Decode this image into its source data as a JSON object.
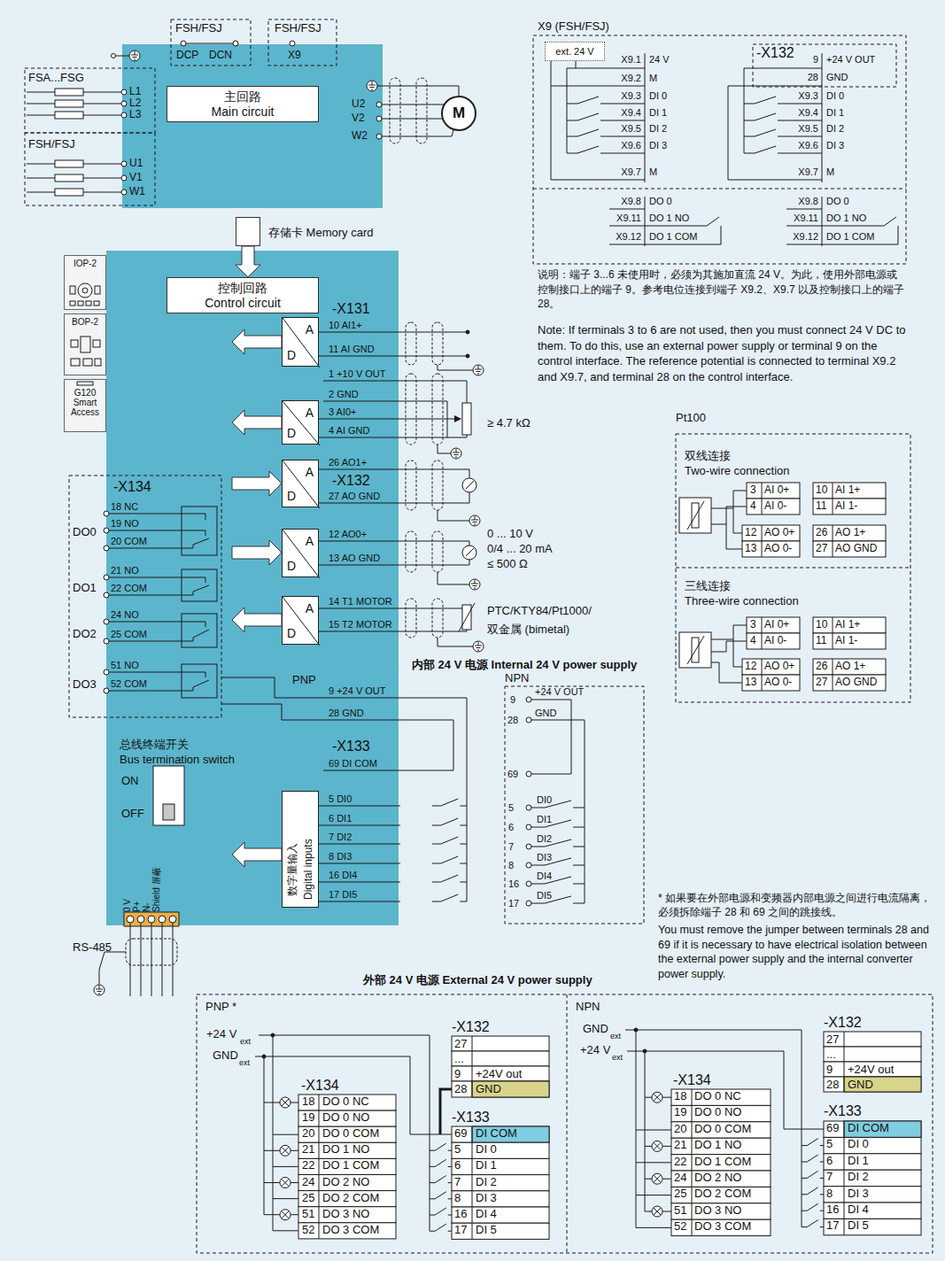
{
  "diagram": {
    "nodes": [
      {
        "text": [
          "主回路",
          "Main circuit"
        ]
      },
      {
        "text": [
          "控制回路",
          "Control circuit"
        ]
      },
      {
        "text": [
          "M"
        ]
      },
      {
        "text": [
          "存储卡 Memory card"
        ]
      },
      {
        "text": [
          "IOP-2"
        ]
      },
      {
        "text": [
          "BOP-2"
        ]
      },
      {
        "text": [
          "G120 Smart Access"
        ]
      },
      {
        "text": [
          "A",
          "D"
        ]
      },
      {
        "text": [
          "A",
          "D"
        ]
      },
      {
        "text": [
          "A",
          "D"
        ]
      },
      {
        "text": [
          "A",
          "D"
        ]
      },
      {
        "text": [
          "A",
          "D"
        ]
      },
      {
        "text": [
          "数字量输入",
          "Digital inputs"
        ]
      },
      {
        "text": [
          "ext. 24 V"
        ]
      }
    ],
    "edges": [
      {
        "from": 3,
        "to": 1,
        "arrow": "to"
      }
    ],
    "labels": [
      "FSH/FSJ",
      "DCP",
      "DCN",
      "FSH/FSJ",
      "X9",
      "FSA...FSG",
      "L1",
      "L2",
      "L3",
      "FSH/FSJ",
      "U1",
      "V1",
      "W1",
      "U2",
      "V2",
      "W2",
      "-X131",
      "10 AI1+",
      "11 AI GND",
      "1 +10 V OUT",
      "2 GND",
      "3 AI0+",
      "4 AI GND",
      "26 AO1+",
      "-X132",
      "27 AO GND",
      "12 AO0+",
      "13 AO GND",
      "14 T1 MOTOR",
      "15 T2 MOTOR",
      "9 +24 V OUT",
      "28 GND",
      "-X133",
      "69 DI COM",
      "5 DI0",
      "6 DI1",
      "7 DI2",
      "8 DI3",
      "16 DI4",
      "17 DI5",
      "≥ 4.7 kΩ",
      "0 ... 10 V",
      "0/4 ... 20 mA",
      "≤ 500 Ω",
      "PTC/KTY84/Pt1000/",
      "双金属 (bimetal)",
      "-X134",
      "18 NC",
      "19 NO",
      "20 COM",
      "21 NO",
      "22 COM",
      "24 NO",
      "25 COM",
      "51 NO",
      "52 COM",
      "DO0",
      "DO1",
      "DO2",
      "DO3",
      "PNP",
      "总线终端开关",
      "Bus termination switch",
      "ON",
      "OFF",
      "0 V",
      "P+",
      "N-",
      "Shield 屏蔽",
      "RS-485",
      "内部 24 V 电源 Internal 24 V power supply",
      "NPN",
      "9",
      "+24 V OUT",
      "28",
      "GND",
      "69",
      "5",
      "DI0",
      "6",
      "DI1",
      "7",
      "DI2",
      "8",
      "DI3",
      "16",
      "DI4",
      "17",
      "DI5",
      "X9 (FSH/FSJ)",
      "X9.1",
      "24 V",
      "X9.2",
      "M",
      "X9.3",
      "DI 0",
      "X9.4",
      "DI 1",
      "X9.5",
      "DI 2",
      "X9.6",
      "DI 3",
      "X9.7",
      "M",
      "X9.8",
      "DO 0",
      "X9.11",
      "DO 1 NO",
      "X9.12",
      "DO 1 COM",
      "-X132",
      "9",
      "+24 V OUT",
      "28",
      "GND",
      "X9.3",
      "DI 0",
      "X9.4",
      "DI 1",
      "X9.5",
      "DI 2",
      "X9.6",
      "DI 3",
      "X9.7",
      "M",
      "X9.8",
      "DO 0",
      "X9.11",
      "DO 1 NO",
      "X9.12",
      "DO 1 COM",
      "说明：端子 3...6 未使用时，必须为其施加直流 24 V。为此，使用外部电源或控制接口上的端子 9。参考电位连接到端子 X9.2、X9.7 以及控制接口上的端子 28。",
      "Note: If terminals 3 to 6 are not used, then you must connect 24 V DC to them. To do this, use an external power supply or terminal 9 on the control interface. The reference potential is connected to terminal X9.2 and X9.7, and terminal 28 on the control interface.",
      "Pt100",
      "双线连接",
      "Two-wire connection",
      "3",
      "AI 0+",
      "4",
      "AI 0-",
      "10",
      "AI 1+",
      "11",
      "AI 1-",
      "12",
      "AO 0+",
      "13",
      "AO 0-",
      "26",
      "AO 1+",
      "27",
      "AO GND",
      "三线连接",
      "Three-wire connection",
      "3",
      "AI 0+",
      "4",
      "AI 0-",
      "10",
      "AI 1+",
      "11",
      "AI 1-",
      "12",
      "AO 0+",
      "13",
      "AO 0-",
      "26",
      "AO 1+",
      "27",
      "AO GND",
      "* 如果要在外部电源和变频器内部电源之间进行电流隔离，必须拆除端子 28 和 69 之间的跳接线。",
      "You must remove the jumper between terminals 28 and 69 if it is necessary to have electrical isolation between the external power supply and the internal converter power supply.",
      "外部 24 V 电源 External 24 V power supply",
      "PNP *",
      "+24 V",
      "ext",
      "GND",
      "ext",
      "-X134",
      "18",
      "DO 0 NC",
      "19",
      "DO 0 NO",
      "20",
      "DO 0 COM",
      "21",
      "DO 1 NO",
      "22",
      "DO 1 COM",
      "24",
      "DO 2 NO",
      "25",
      "DO 2 COM",
      "51",
      "DO 3 NO",
      "52",
      "DO 3 COM",
      "-X132",
      "27",
      "...",
      "9",
      "+24V out",
      "28",
      "GND",
      "-X133",
      "69",
      "DI COM",
      "5",
      "DI 0",
      "6",
      "DI 1",
      "7",
      "DI 2",
      "8",
      "DI 3",
      "16",
      "DI 4",
      "17",
      "DI 5",
      "NPN",
      "GND",
      "ext",
      "+24 V",
      "ext",
      "-X134",
      "18",
      "DO 0 NC",
      "19",
      "DO 0 NO",
      "20",
      "DO 0 COM",
      "21",
      "DO 1 NO",
      "22",
      "DO 1 COM",
      "24",
      "DO 2 NO",
      "25",
      "DO 2 COM",
      "51",
      "DO 3 NO",
      "52",
      "DO 3 COM",
      "-X132",
      "27",
      "...",
      "9",
      "+24V out",
      "28",
      "GND",
      "-X133",
      "69",
      "DI COM",
      "5",
      "DI 0",
      "6",
      "DI 1",
      "7",
      "DI 2",
      "8",
      "DI 3",
      "16",
      "DI 4",
      "17",
      "DI 5"
    ]
  }
}
